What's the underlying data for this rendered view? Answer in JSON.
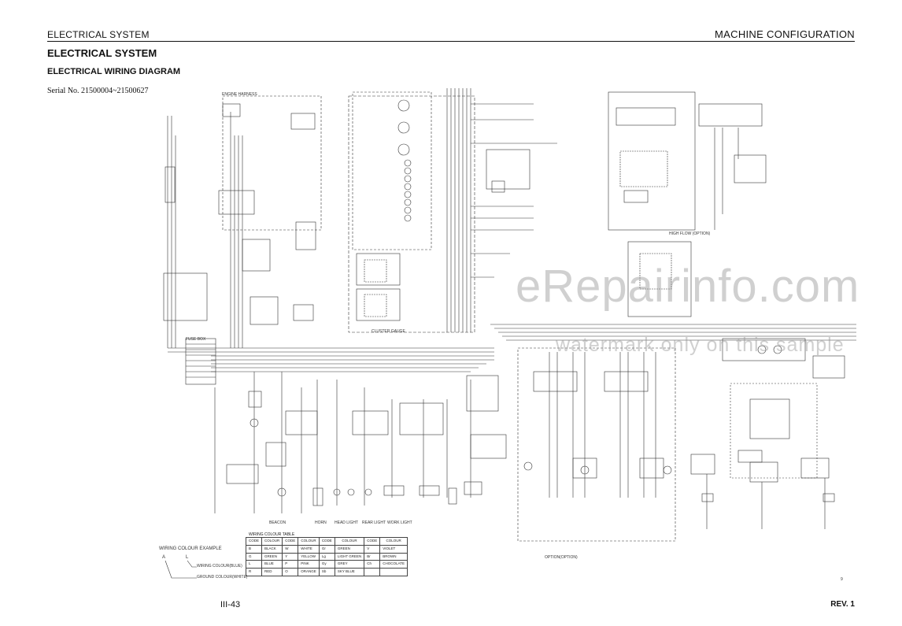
{
  "header": {
    "left": "ELECTRICAL SYSTEM",
    "right": "MACHINE CONFIGURATION"
  },
  "title": "ELECTRICAL SYSTEM",
  "subtitle": "ELECTRICAL WIRING DIAGRAM",
  "serial": "Serial No. 21500004~21500627",
  "diagram_labels": {
    "engine_harness": "ENGINE HARNESS",
    "cluster_gauge": "CLUSTER GAUGE",
    "high_flow": "HIGH FLOW (OPTION)",
    "option": "OPTION(OPTION)",
    "fuse_box": "FUSE BOX",
    "horn": "HORN",
    "beacon": "BEACON",
    "head_light": "HEAD LIGHT",
    "work_light": "WORK LIGHT",
    "rear_light": "REAR LIGHT",
    "work_ref": "9"
  },
  "wiring_example": {
    "title": "WIRING COLOUR EXAMPLE",
    "a": "A",
    "l": "L",
    "wire": "WIRING COLOUR(BLUE)",
    "ground": "GROUND COLOUR(WHITE)"
  },
  "colour_table": {
    "caption": "WIRING COLOUR TABLE",
    "headers": [
      "CODE",
      "COLOUR",
      "CODE",
      "COLOUR",
      "CODE",
      "COLOUR",
      "CODE",
      "COLOUR"
    ],
    "rows": [
      [
        "B",
        "BLACK",
        "W",
        "WHITE",
        "Gr",
        "GREEN",
        "V",
        "VIOLET"
      ],
      [
        "G",
        "GREEN",
        "Y",
        "YELLOW",
        "Lg",
        "LIGHT GREEN",
        "Br",
        "BROWN"
      ],
      [
        "L",
        "BLUE",
        "P",
        "PINK",
        "Gy",
        "GREY",
        "Ch",
        "CHOCOLATE"
      ],
      [
        "R",
        "RED",
        "O",
        "ORANGE",
        "Sb",
        "SKY BLUE",
        "",
        ""
      ]
    ]
  },
  "watermark": {
    "main": "eRepairinfo.com",
    "sub": "watermark only on this sample"
  },
  "footer": {
    "page": "III-43",
    "rev": "REV. 1"
  }
}
